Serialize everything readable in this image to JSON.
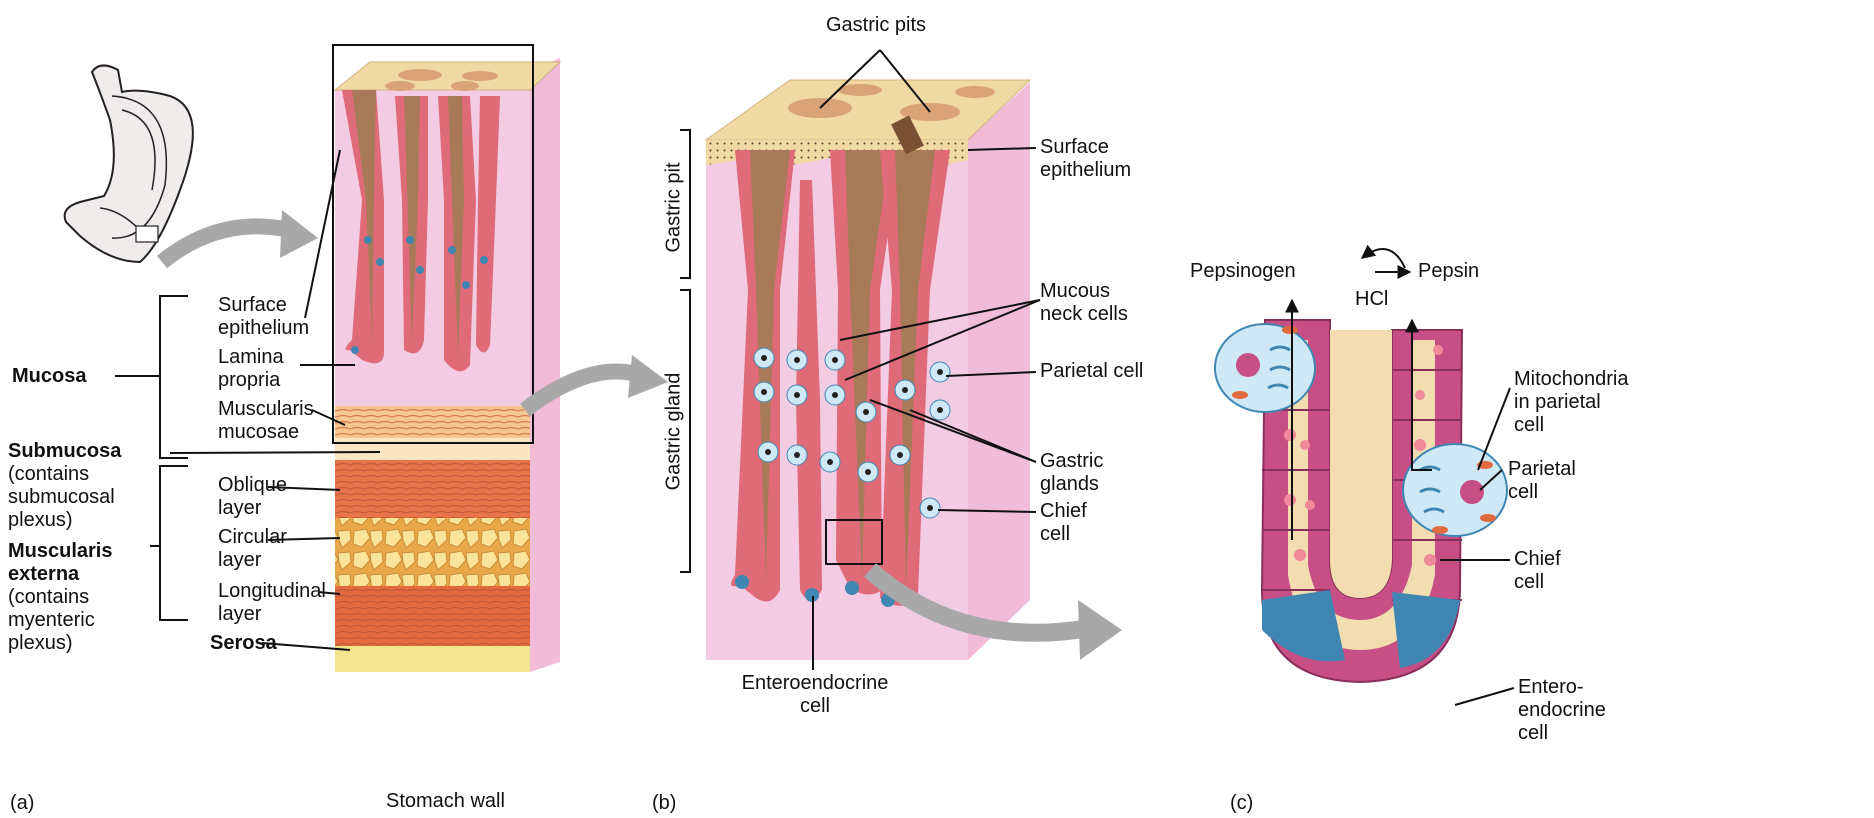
{
  "panel_a": {
    "letter": "(a)",
    "caption": "Stomach wall",
    "layers": {
      "mucosa": "Mucosa",
      "submucosa": "Submucosa",
      "submucosa_note": "(contains\nsubmucosal\nplexus)",
      "muscularis_externa": "Muscularis\nexterna",
      "muscularis_note": "(contains\nmyenteric\nplexus)",
      "serosa": "Serosa"
    },
    "labels": {
      "surface_epithelium": "Surface\nepithelium",
      "lamina_propria": "Lamina\npropria",
      "muscularis_mucosae": "Muscularis\nmucosae",
      "oblique_layer": "Oblique\nlayer",
      "circular_layer": "Circular\nlayer",
      "longitudinal_layer": "Longitudinal\nlayer"
    }
  },
  "panel_b": {
    "letter": "(b)",
    "labels": {
      "gastric_pits": "Gastric pits",
      "surface_epithelium": "Surface\nepithelium",
      "gastric_pit": "Gastric pit",
      "gastric_gland": "Gastric gland",
      "mucous_neck_cells": "Mucous\nneck cells",
      "parietal_cell": "Parietal cell",
      "gastric_glands": "Gastric\nglands",
      "chief_cell": "Chief\ncell",
      "enteroendocrine_cell": "Enteroendocrine\ncell"
    }
  },
  "panel_c": {
    "letter": "(c)",
    "labels": {
      "pepsinogen": "Pepsinogen",
      "hcl": "HCl",
      "pepsin": "Pepsin",
      "mitochondria": "Mitochondria\nin parietal\ncell",
      "parietal_cell": "Parietal\ncell",
      "chief_cell": "Chief\ncell",
      "enteroendocrine_cell": "Entero-\nendocrine\ncell"
    }
  },
  "colors": {
    "mucosa_top": "#f1d9a4",
    "pink_side": "#f1bcd8",
    "lamina": "#f3cce4",
    "gland_red": "#df6a78",
    "pit_brown": "#a97a5a",
    "muscle_orange": "#e8744a",
    "submucosa": "#f6c690",
    "serosa": "#f3e48e",
    "chief_purple": "#c74f86",
    "parietal_blue": "#cfe8f5",
    "endocrine_blue": "#3f86b3",
    "arrow_gray": "#a8a8a8"
  }
}
